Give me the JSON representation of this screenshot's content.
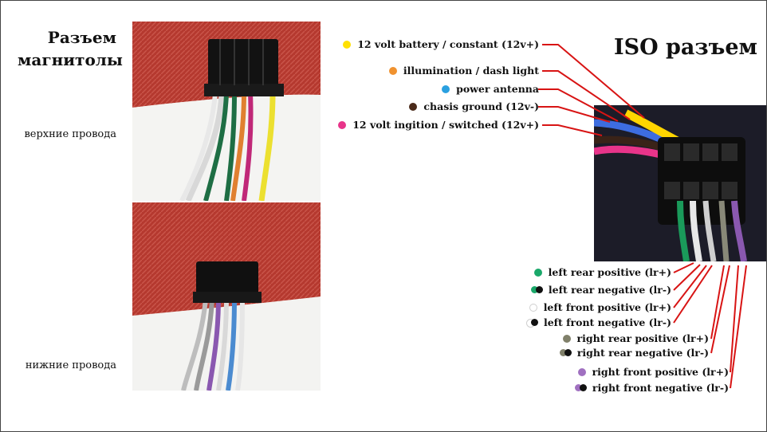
{
  "left_titles": {
    "radio_connector": "Разъем\nмагнитолы",
    "upper_wires": "верхние провода",
    "lower_wires": "нижние провода"
  },
  "iso_title": "ISO разъем",
  "top_labels": [
    {
      "text": "12 volt battery / constant (12v+)",
      "color": "#ffe000"
    },
    {
      "text": "illumination / dash   light",
      "color": "#f0922f"
    },
    {
      "text": "power antenna",
      "color": "#2aa0e0"
    },
    {
      "text": "chasis   ground   (12v-)",
      "color": "#4a2a1a"
    },
    {
      "text": "12 volt ingition / switched (12v+)",
      "color": "#e8348a"
    }
  ],
  "bottom_labels": [
    {
      "text": "left rear positive (lr+)",
      "color": "#1aa86a",
      "style": "single"
    },
    {
      "text": "left rear negative (lr-)",
      "color": "#1aa86a",
      "style": "pair"
    },
    {
      "text": "left front positive (lr+)",
      "color": "#ffffff",
      "style": "ring"
    },
    {
      "text": "left front negative (lr-)",
      "color": "#ffffff",
      "style": "pair-ring"
    },
    {
      "text": "right rear positive (lr+)",
      "color": "#80806a",
      "style": "single"
    },
    {
      "text": "right rear negative (lr-)",
      "color": "#80806a",
      "style": "pair"
    },
    {
      "text": "right front positive (lr+)",
      "color": "#a070c0",
      "style": "single"
    },
    {
      "text": "right front negative (lr-)",
      "color": "#a070c0",
      "style": "pair"
    }
  ],
  "colors": {
    "leader": "#d81414",
    "fabric": "#b83a30",
    "iso_bg": "#1c1c28"
  },
  "photos": [
    "radio-connector-upper-photo",
    "radio-connector-lower-photo",
    "iso-connector-photo"
  ]
}
